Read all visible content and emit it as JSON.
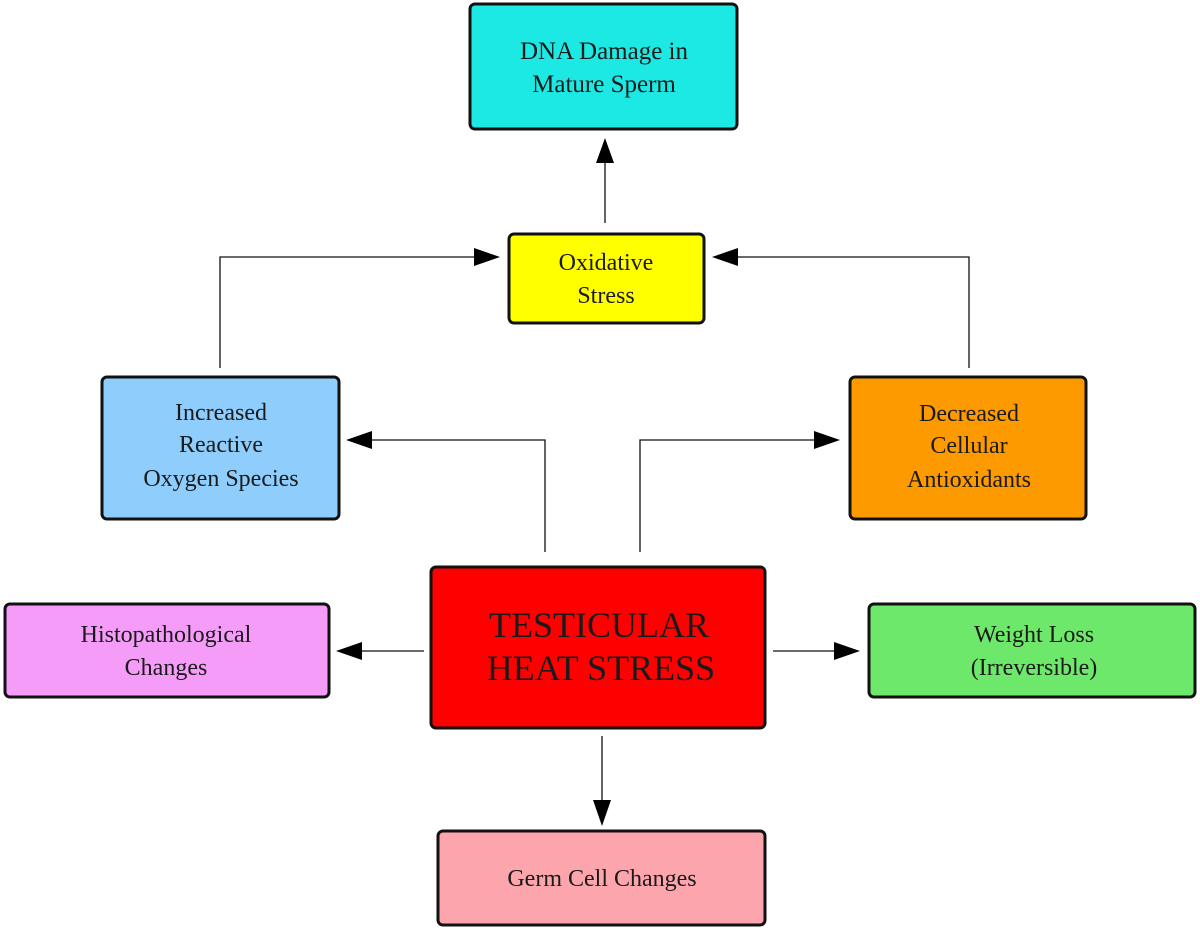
{
  "nodes": {
    "dna": {
      "lines": [
        "DNA Damage in",
        "Mature Sperm"
      ],
      "color": "#1de9e4"
    },
    "oxidative": {
      "lines": [
        "Oxidative",
        "Stress"
      ],
      "color": "#ffff00"
    },
    "ros": {
      "lines": [
        "Increased",
        "Reactive",
        "Oxygen Species"
      ],
      "color": "#8ecdfc"
    },
    "antioxidants": {
      "lines": [
        "Decreased",
        "Cellular",
        "Antioxidants"
      ],
      "color": "#fd9a00"
    },
    "heat": {
      "lines": [
        "TESTICULAR",
        "HEAT STRESS"
      ],
      "color": "#ff0000"
    },
    "histo": {
      "lines": [
        "Histopathological",
        "Changes"
      ],
      "color": "#f59cf9"
    },
    "weight": {
      "lines": [
        "Weight Loss",
        "(Irreversible)"
      ],
      "color": "#6ee86a"
    },
    "germ": {
      "lines": [
        "Germ Cell Changes"
      ],
      "color": "#fca5ac"
    }
  }
}
